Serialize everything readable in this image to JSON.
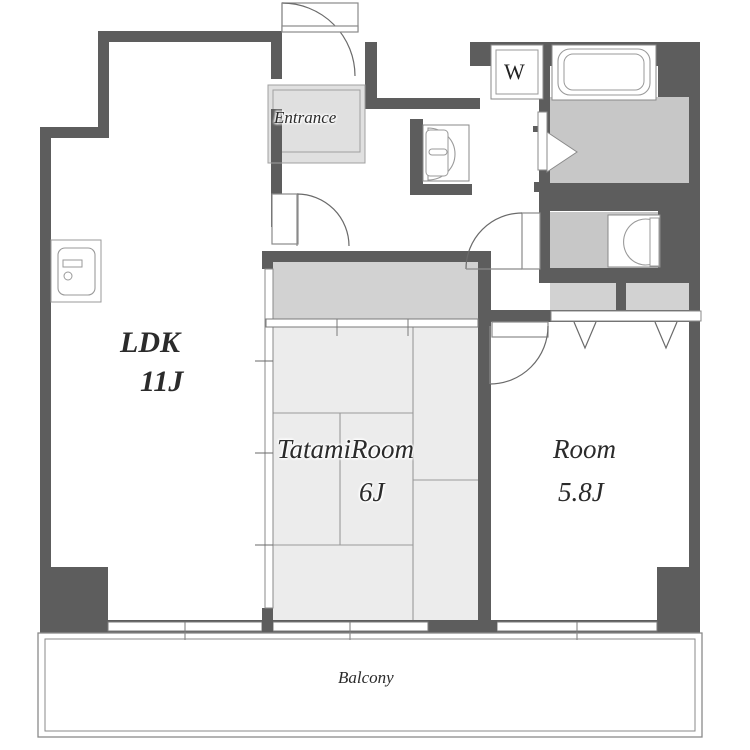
{
  "plan": {
    "title": "Apartment Floor Plan",
    "type": "floor-plan",
    "colors": {
      "wall": "#5d5d5d",
      "thin_line": "#7a7a7a",
      "fixture_stroke": "#8a8a8a",
      "closet_fill": "#d2d2d2",
      "tatami_fill": "#ececec",
      "entrance_fill": "#e0e0e0",
      "wet_area_fill": "#c7c7c7",
      "text": "#2b2b2b",
      "background": "#ffffff"
    }
  },
  "rooms": [
    {
      "id": "ldk",
      "name": "LDK",
      "size": "11J",
      "label_line1": "LDK",
      "label_line2": "11J"
    },
    {
      "id": "tatami",
      "name": "TatamiRoom",
      "size": "6J",
      "label_line1": "TatamiRoom",
      "label_line2": "6J"
    },
    {
      "id": "room",
      "name": "Room",
      "size": "5.8J",
      "label_line1": "Room",
      "label_line2": "5.8J"
    },
    {
      "id": "entrance",
      "name": "Entrance",
      "size": "",
      "label_line1": "Entrance",
      "label_line2": ""
    },
    {
      "id": "balcony",
      "name": "Balcony",
      "size": "",
      "label_line1": "Balcony",
      "label_line2": ""
    }
  ],
  "fixtures": [
    {
      "id": "washer",
      "label": "W",
      "name": "washing-machine-space"
    },
    {
      "id": "bathtub",
      "label": "",
      "name": "bathtub"
    },
    {
      "id": "toilet",
      "label": "",
      "name": "toilet"
    },
    {
      "id": "vanity",
      "label": "",
      "name": "wash-basin"
    },
    {
      "id": "sink",
      "label": "",
      "name": "kitchen-sink"
    },
    {
      "id": "closet_a",
      "label": "",
      "name": "closet-upper-left"
    },
    {
      "id": "closet_b",
      "label": "",
      "name": "closet-upper-right"
    },
    {
      "id": "closet_tatami",
      "label": "",
      "name": "tatami-closet"
    }
  ],
  "labels": {
    "ldk_line1": "LDK",
    "ldk_line2": "11J",
    "tatami_line1": "TatamiRoom",
    "tatami_line2": "6J",
    "room_line1": "Room",
    "room_line2": "5.8J",
    "entrance": "Entrance",
    "balcony": "Balcony",
    "washer": "W"
  }
}
